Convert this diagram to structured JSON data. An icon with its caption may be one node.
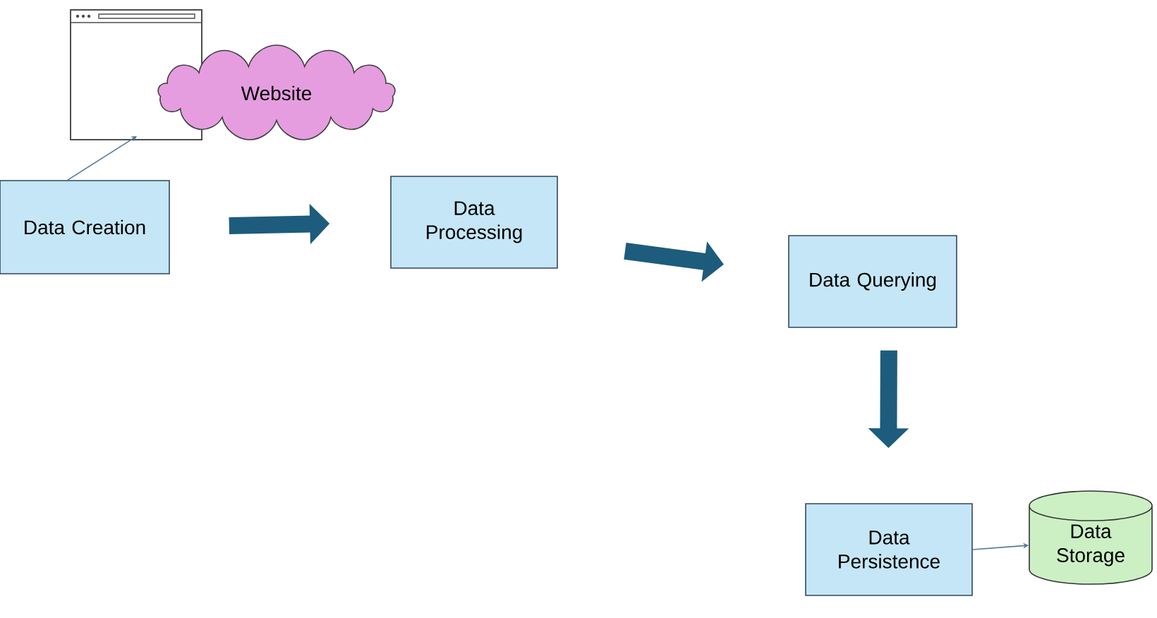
{
  "diagram": {
    "nodes": [
      {
        "text": [],
        "shape": "picture"
      },
      {
        "text": [
          "Website"
        ]
      },
      {
        "text": [
          "Data Creation"
        ]
      },
      {
        "text": [
          "Data Processing"
        ]
      },
      {
        "text": [
          "Data Querying"
        ]
      },
      {
        "text": [
          "Data Persistence"
        ]
      },
      {
        "text": [
          "Data Storage"
        ]
      }
    ],
    "edges": [
      {
        "from": 2,
        "to": 0,
        "arrow": "to",
        "color": "#50789a"
      },
      {
        "from": 2,
        "to": 3,
        "arrow": "to"
      },
      {
        "from": 3,
        "to": 4,
        "arrow": "to"
      },
      {
        "from": 4,
        "to": 5,
        "arrow": "to"
      },
      {
        "from": 5,
        "to": 6,
        "arrow": "to",
        "color": "#50789a"
      }
    ]
  }
}
